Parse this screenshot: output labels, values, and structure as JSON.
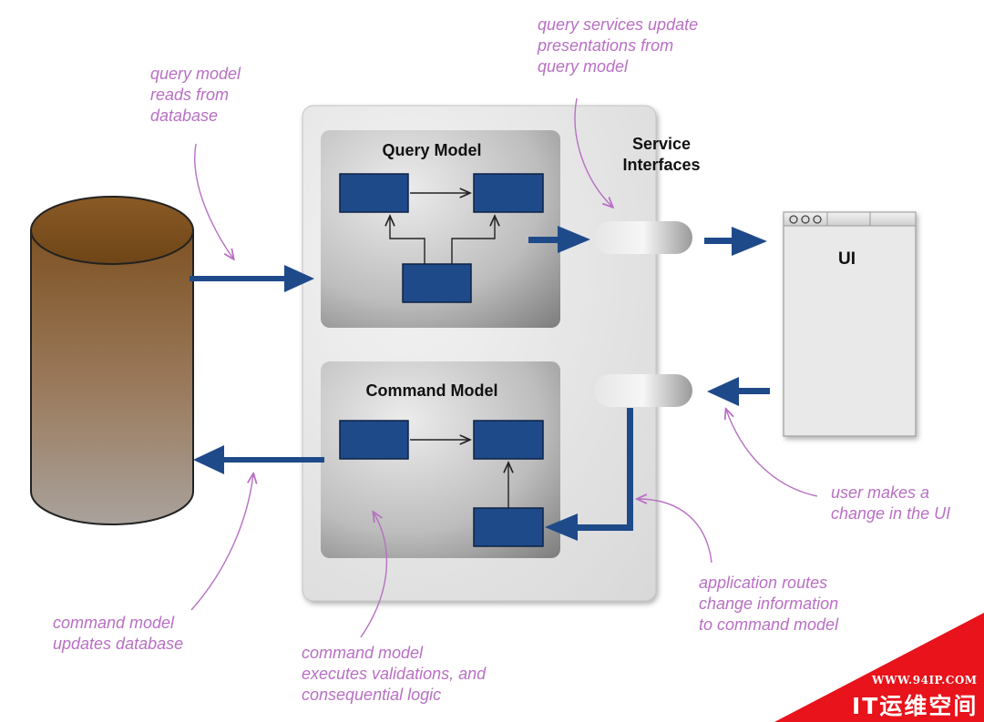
{
  "diagram": {
    "query_model_title": "Query Model",
    "command_model_title": "Command Model",
    "service_interfaces_title": [
      "Service",
      "Interfaces"
    ],
    "ui_label": "UI"
  },
  "annotations": {
    "query_reads": [
      "query model",
      "reads from",
      "database"
    ],
    "query_services": [
      "query services update",
      "presentations from",
      "query model"
    ],
    "user_change": [
      "user makes a",
      "change in the UI"
    ],
    "app_routes": [
      "application routes",
      "change information",
      "to command model"
    ],
    "command_executes": [
      "command model",
      "executes validations, and",
      "consequential logic"
    ],
    "command_updates": [
      "command model",
      "updates database"
    ]
  },
  "watermark": {
    "url": "WWW.94IP.COM",
    "name": "IT运维空间"
  },
  "colors": {
    "accent_blue": "#1e4a8a",
    "annotation_purple": "#b86fc4",
    "database_brown": "#8b5a2b",
    "watermark_red": "#e8131b"
  }
}
